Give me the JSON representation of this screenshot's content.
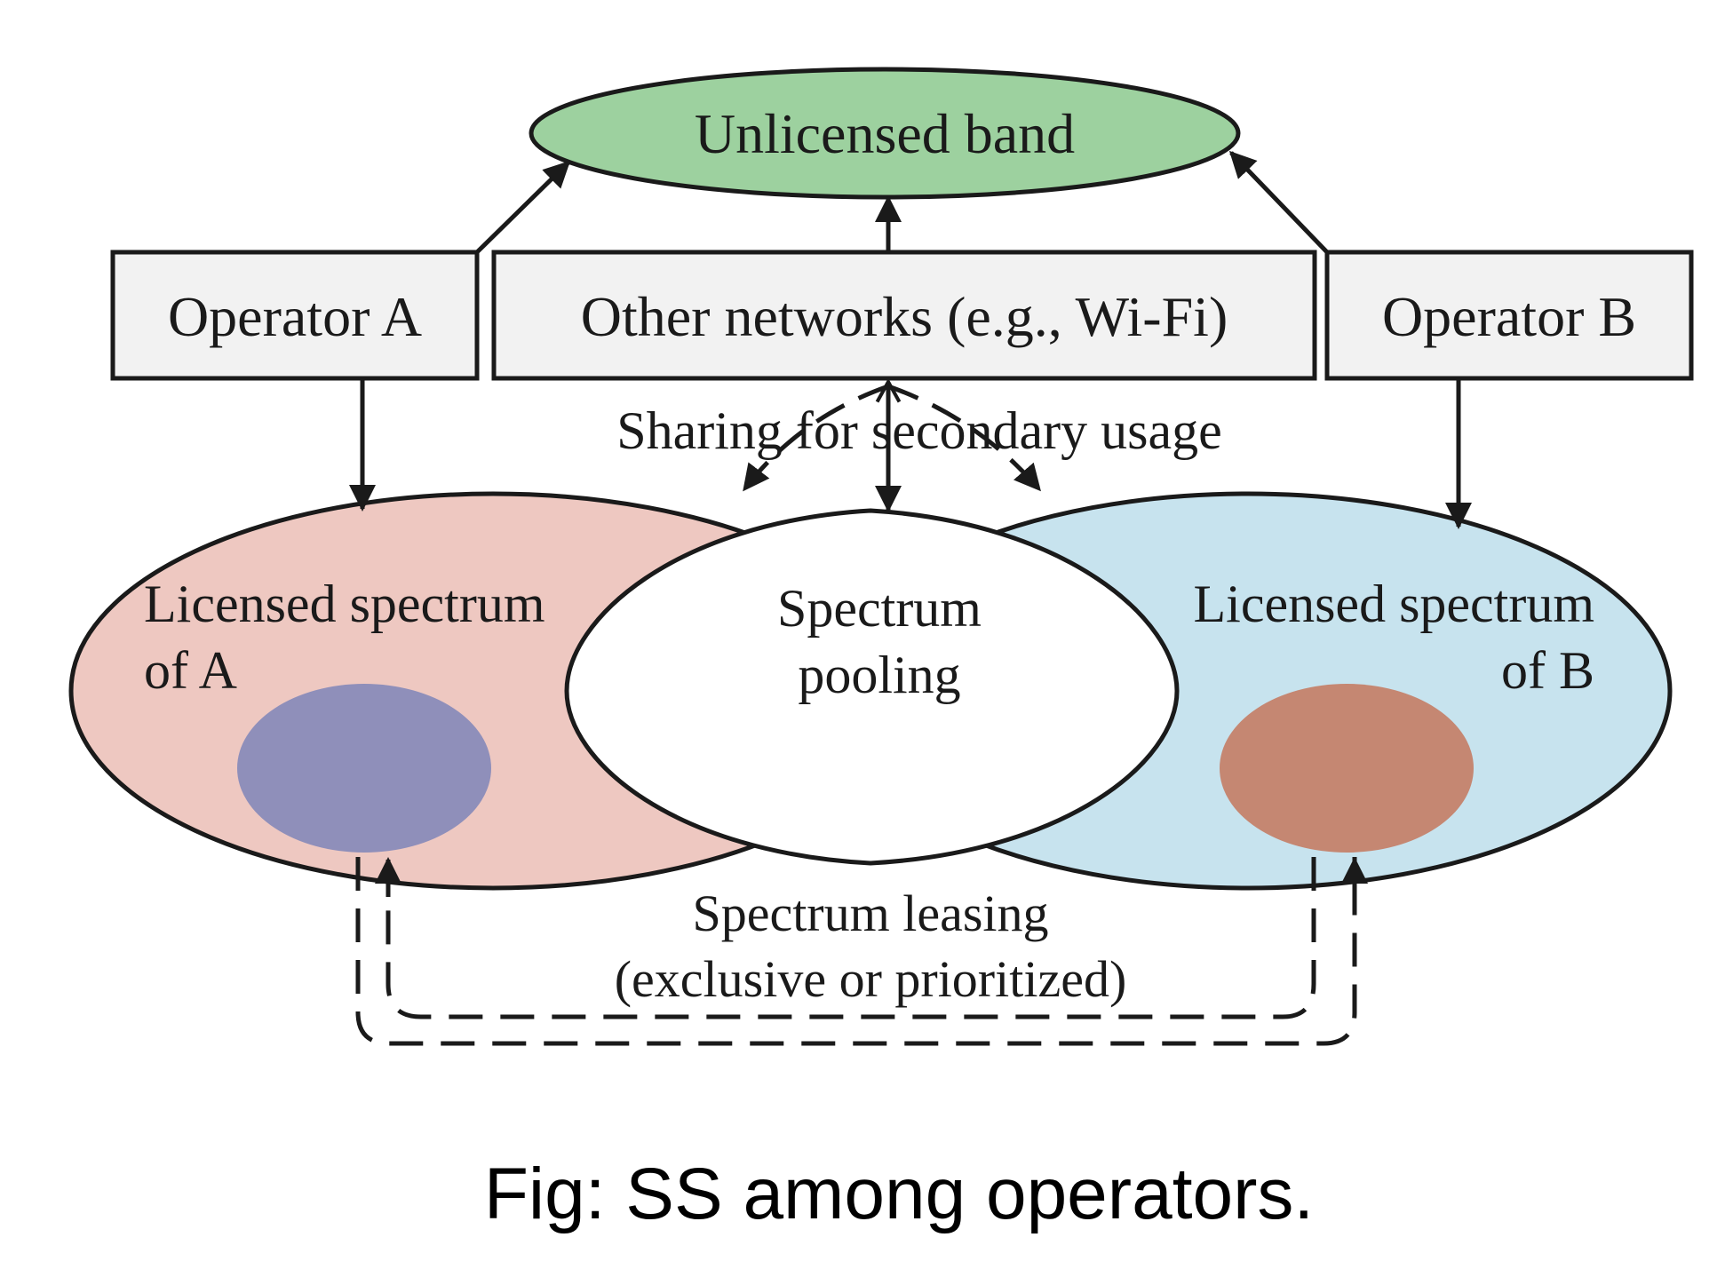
{
  "nodes": {
    "unlicensed_band": "Unlicensed band",
    "operator_a": "Operator A",
    "other_networks": "Other networks (e.g., Wi-Fi)",
    "operator_b": "Operator B",
    "licensed_a_line1": "Licensed spectrum",
    "licensed_a_line2": "of A",
    "licensed_b_line1": "Licensed spectrum",
    "licensed_b_line2": "of B",
    "pooling_line1": "Spectrum",
    "pooling_line2": "pooling"
  },
  "labels": {
    "sharing": "Sharing for secondary usage",
    "leasing_line1": "Spectrum leasing",
    "leasing_line2": "(exclusive or prioritized)"
  },
  "caption": "Fig: SS among operators.",
  "colors": {
    "unlicensed_fill": "#9dd19f",
    "box_fill": "#f2f2f2",
    "licensed_a_fill": "#eec8c1",
    "licensed_b_fill": "#c7e3ee",
    "pooling_fill": "#ffffff",
    "blob_a_fill": "#8f8fba",
    "blob_b_fill": "#c58772",
    "stroke": "#1a1a1a"
  }
}
